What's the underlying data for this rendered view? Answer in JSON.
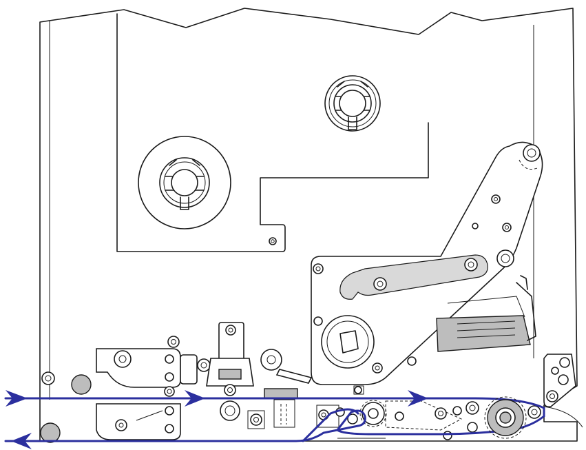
{
  "diagram": {
    "kind": "printer media path (label feed) line drawing",
    "colors": {
      "line": "#1a1a1a",
      "media_path": "#2b2f9e",
      "roller_gray": "#bdbdbd",
      "background": "#ffffff"
    },
    "elements": {
      "supply_spindle": "ribbon-supply-spindle",
      "takeup_spindle": "ribbon-takeup-spindle",
      "printhead_assembly": "printhead-assembly",
      "platen_roller": "platen-roller",
      "media_path_arrows": 4
    }
  }
}
